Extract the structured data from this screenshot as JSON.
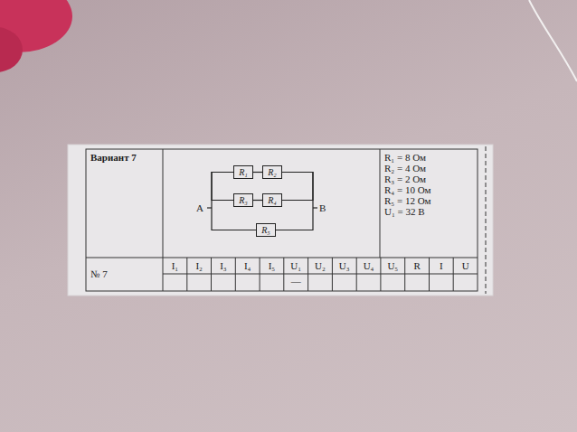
{
  "diagram": {
    "nodes": [
      {
        "text": [
          "R₁"
        ]
      },
      {
        "text": [
          "R₂"
        ]
      },
      {
        "text": [
          "R₃"
        ]
      },
      {
        "text": [
          "R₄"
        ]
      },
      {
        "text": [
          "R₅"
        ]
      }
    ],
    "edges": [
      {
        "from": 0,
        "to": 1,
        "arrow": "none"
      },
      {
        "from": 2,
        "to": 3,
        "arrow": "none"
      },
      {
        "from": 0,
        "to": 2,
        "arrow": "none"
      },
      {
        "from": 0,
        "to": 4,
        "arrow": "none"
      },
      {
        "from": 1,
        "to": 3,
        "arrow": "none"
      },
      {
        "from": 1,
        "to": 4,
        "arrow": "none"
      }
    ],
    "labels": [
      "Вариант 7",
      "A",
      "B",
      "R₁ = 8 Ом",
      "R₂ = 4 Ом",
      "R₃ = 2 Ом",
      "R₄ = 10 Ом",
      "R₅ = 12 Ом",
      "U₁ = 32 В",
      "№ 7",
      "I₁",
      "I₂",
      "I₃",
      "I₄",
      "I₅",
      "U₁",
      "U₂",
      "U₃",
      "U₄",
      "U₅",
      "R",
      "I",
      "U",
      "—"
    ]
  }
}
